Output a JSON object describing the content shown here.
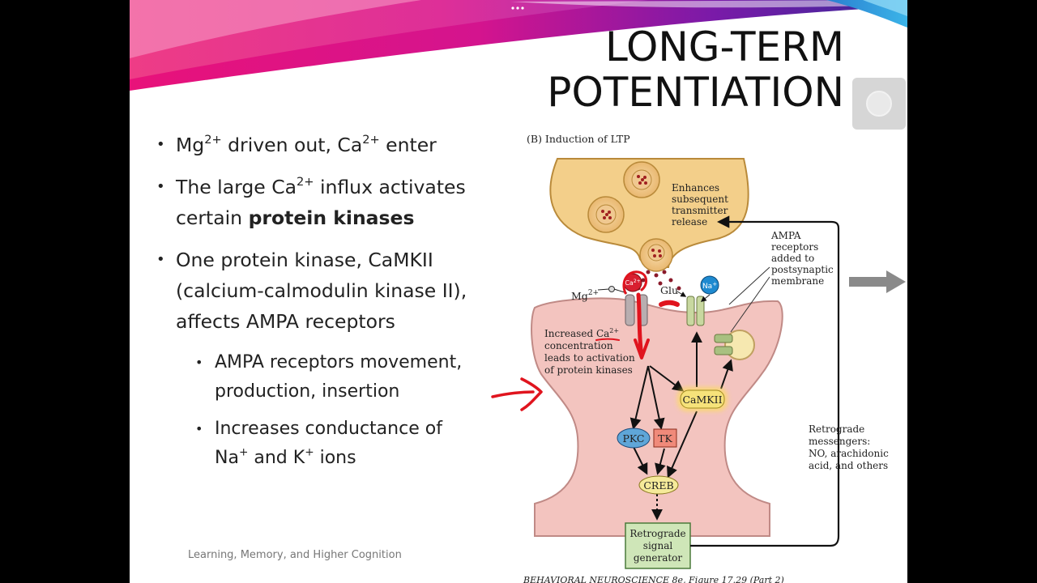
{
  "slide": {
    "title_line1": "LONG-TERM",
    "title_line2": "POTENTIATION",
    "footer": "Learning, Memory, and Higher Cognition"
  },
  "bullets": {
    "b1_a": "Mg",
    "b1_sup1": "2+",
    "b1_b": " driven out, Ca",
    "b1_sup2": "2+",
    "b1_c": " enter",
    "b2_a": "The large Ca",
    "b2_sup": "2+",
    "b2_b": " influx activates certain ",
    "b2_bold": "protein kinases",
    "b3": "One protein kinase, CaMKII (calcium-calmodulin kinase II), affects AMPA receptors",
    "sub1": "AMPA receptors movement, production, insertion",
    "sub2_a": "Increases conductance of Na",
    "sub2_sup1": "+",
    "sub2_b": " and K",
    "sub2_sup2": "+",
    "sub2_c": " ions"
  },
  "diagram": {
    "heading": "(B)  Induction of LTP",
    "enhances": [
      "Enhances",
      "subsequent",
      "transmitter",
      "release"
    ],
    "ampa_added": [
      "AMPA",
      "receptors",
      "added to",
      "postsynaptic",
      "membrane"
    ],
    "mg": "Mg",
    "mg_sup": "2+",
    "ca": "Ca",
    "ca_sup": "2+",
    "glu": "Glu",
    "na": "Na",
    "na_sup": "+",
    "increased_ca": [
      "Increased Ca",
      "concentration",
      "leads to activation",
      "of  protein kinases"
    ],
    "increased_ca_sup": "2+",
    "camkii": "CaMKII",
    "pkc": "PKC",
    "tk": "TK",
    "creb": "CREB",
    "retro_gen": [
      "Retrograde",
      "signal",
      "generator"
    ],
    "retro_msg": [
      "Retrograde",
      "messengers:",
      "NO, arachidonic",
      "acid, and others"
    ],
    "caption": "BEHAVIORAL NEUROSCIENCE 8e, Figure 17.29 (Part 2)"
  },
  "colors": {
    "terminal": "#f3cf8a",
    "spine": "#f3c4bf",
    "annotation_red": "#e0141e",
    "camkii_fill": "#f6e27a",
    "pkc_fill": "#5fa6d8",
    "tk_fill": "#f08a7a",
    "creb_fill": "#f5ea9a",
    "retro_fill": "#cfe6b8"
  }
}
